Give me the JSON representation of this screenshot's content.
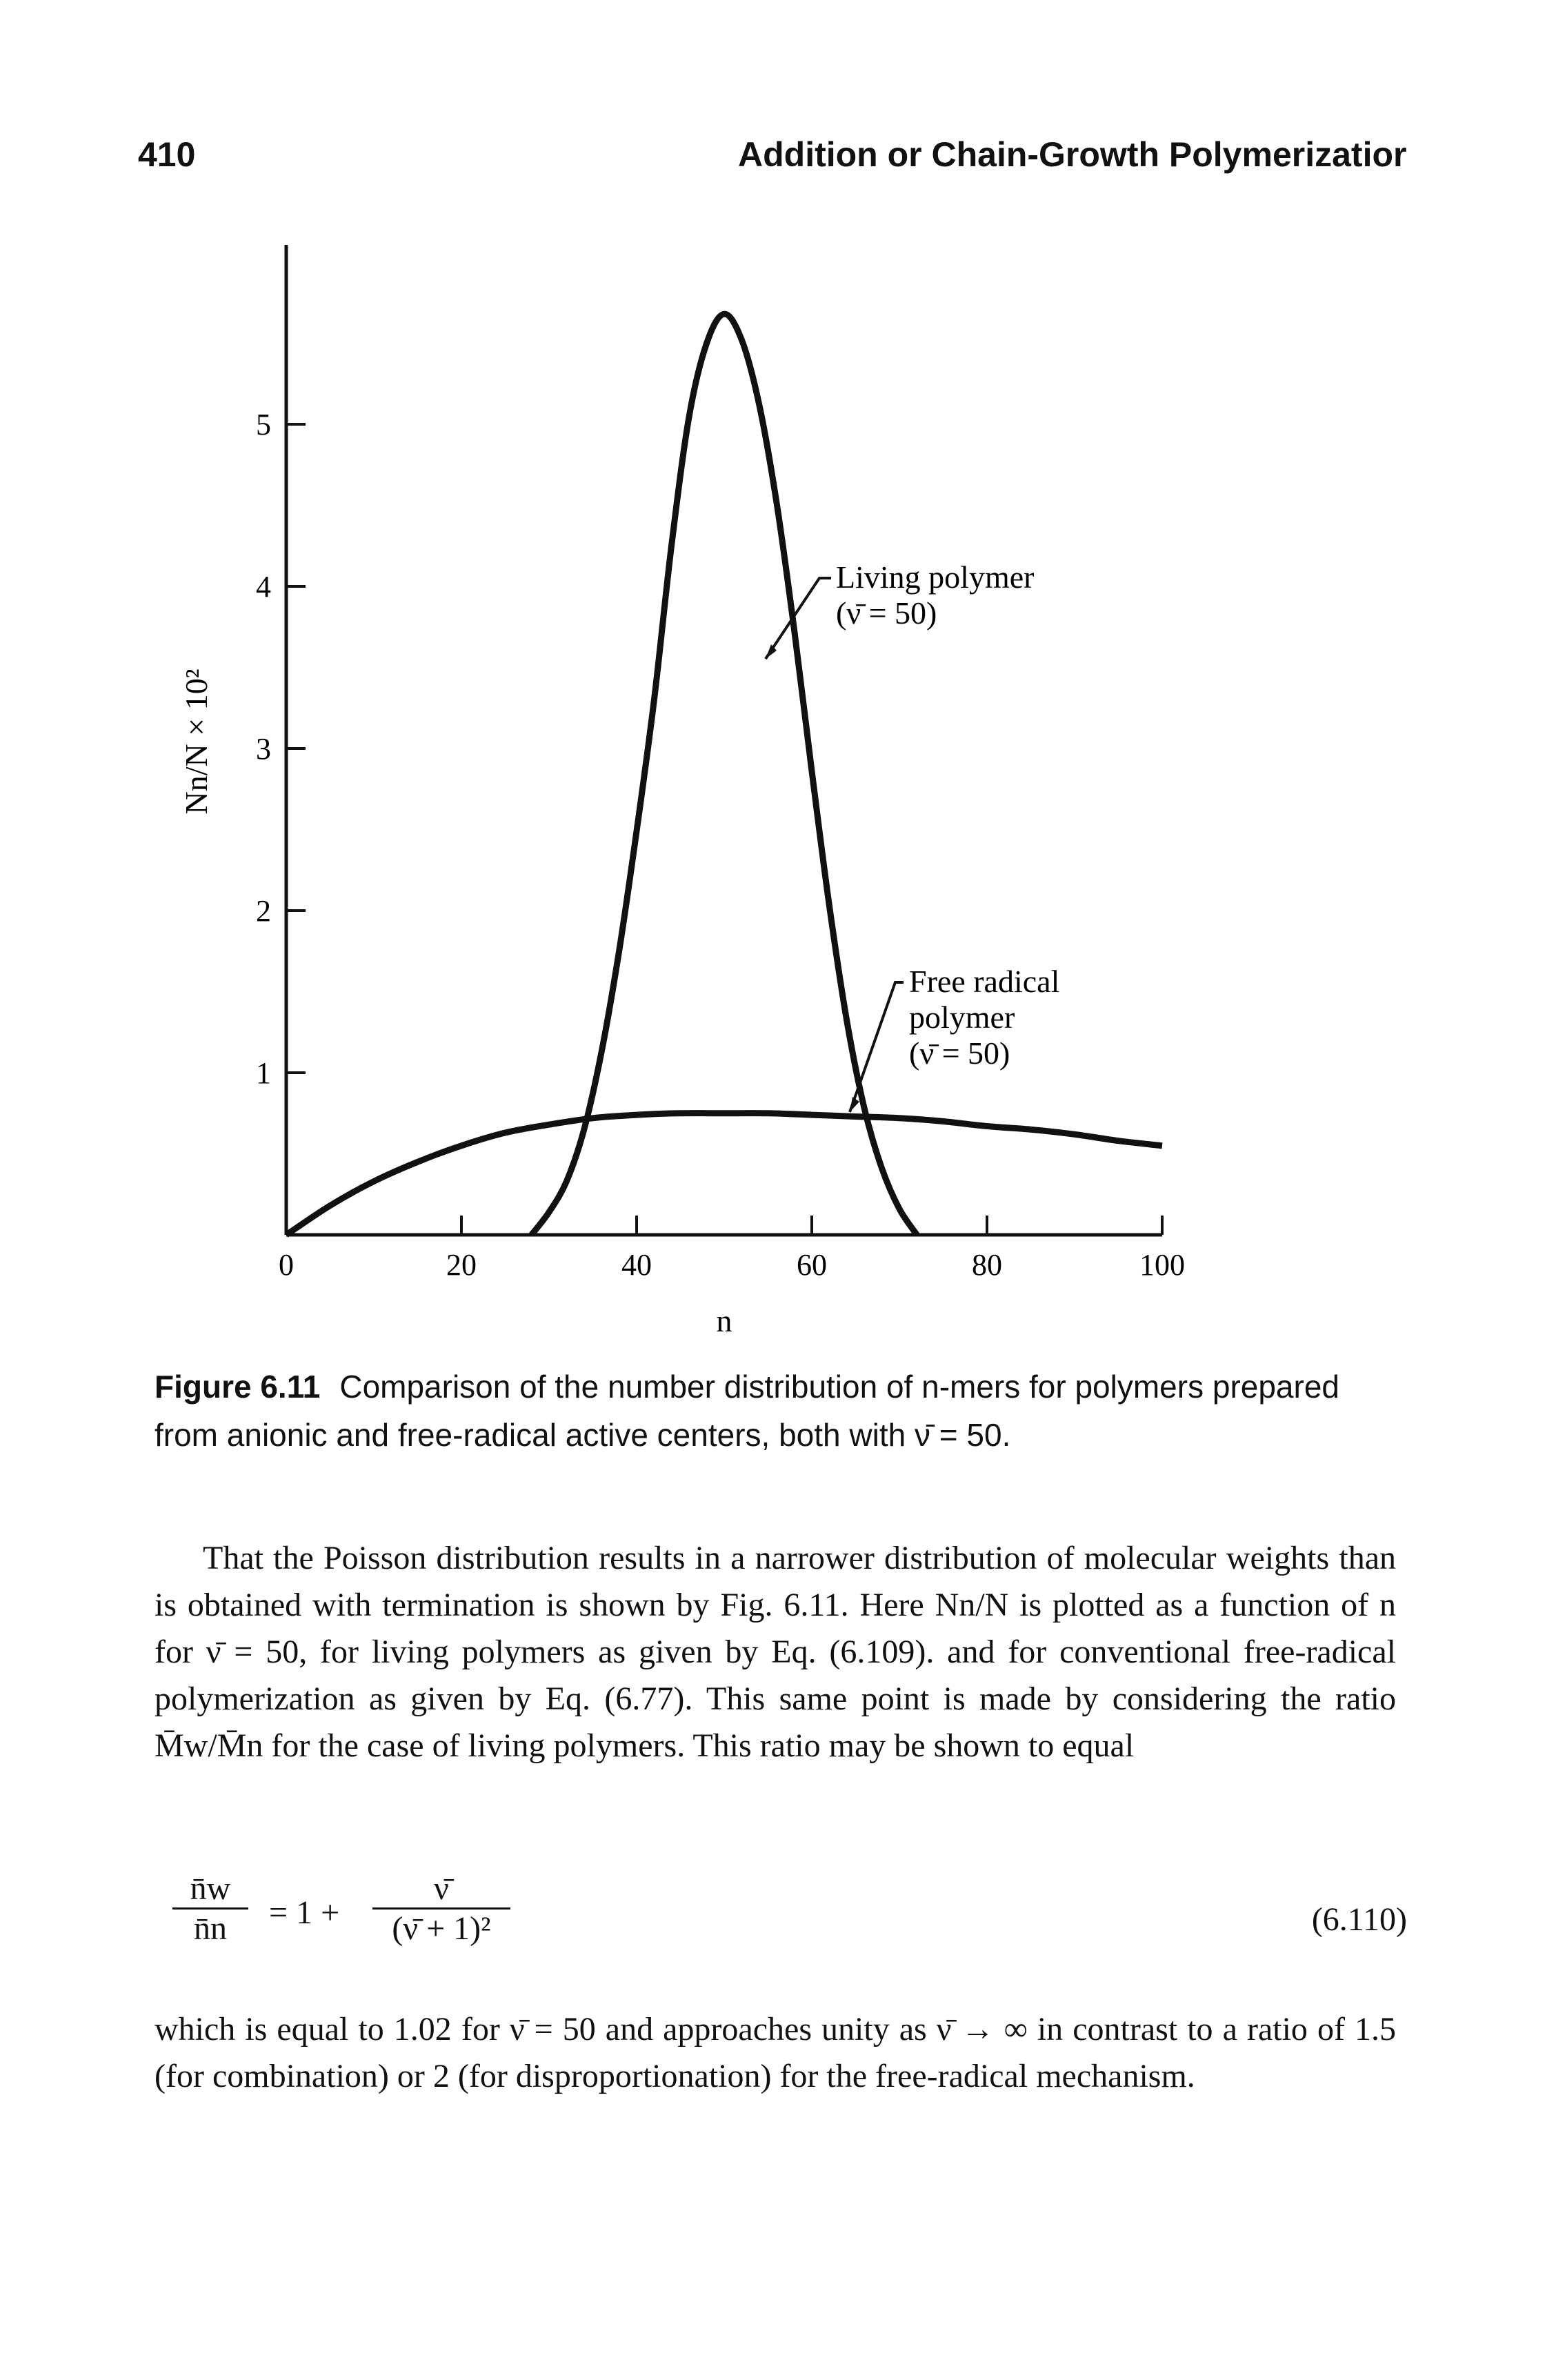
{
  "header": {
    "page_number": "410",
    "running_title": "Addition or Chain-Growth Polymerizatior"
  },
  "figure": {
    "label": "Figure 6.11",
    "caption": "Comparison of the number distribution of n-mers for polymers prepared from anionic and free-radical active centers, both with ν̄ = 50."
  },
  "chart_data": {
    "type": "line",
    "xlabel": "n",
    "ylabel": "Nn/N × 10²",
    "xlim": [
      0,
      100
    ],
    "ylim": [
      0,
      6
    ],
    "x_ticks": [
      "0",
      "20",
      "40",
      "60",
      "80",
      "100"
    ],
    "y_ticks": [
      "1",
      "2",
      "3",
      "4",
      "5"
    ],
    "grid": false,
    "annotations": [
      {
        "lines": [
          "Living polymer",
          "(ν̄ = 50)"
        ]
      },
      {
        "lines": [
          "Free radical",
          "polymer",
          "(ν̄ = 50)"
        ]
      }
    ],
    "series": [
      {
        "name": "Living polymer (ν̄ = 50)",
        "x": [
          28,
          30,
          32,
          34,
          36,
          38,
          40,
          42,
          44,
          46,
          48,
          50,
          52,
          54,
          56,
          58,
          60,
          62,
          64,
          66,
          68,
          70,
          72
        ],
        "y": [
          0.0,
          0.14,
          0.33,
          0.65,
          1.13,
          1.75,
          2.49,
          3.3,
          4.26,
          5.05,
          5.5,
          5.68,
          5.52,
          5.12,
          4.51,
          3.73,
          2.86,
          2.03,
          1.32,
          0.78,
          0.41,
          0.16,
          0.0
        ]
      },
      {
        "name": "Free radical polymer (ν̄ = 50)",
        "x": [
          0,
          5,
          10,
          15,
          20,
          25,
          30,
          35,
          40,
          45,
          50,
          55,
          60,
          65,
          70,
          75,
          80,
          85,
          90,
          95,
          100
        ],
        "y": [
          0.0,
          0.18,
          0.33,
          0.45,
          0.55,
          0.63,
          0.68,
          0.72,
          0.74,
          0.75,
          0.75,
          0.75,
          0.74,
          0.73,
          0.72,
          0.7,
          0.67,
          0.65,
          0.62,
          0.58,
          0.55
        ]
      }
    ]
  },
  "paragraph1": "That the Poisson distribution results in a narrower distribution of molecular weights than is obtained with termination is shown by Fig. 6.11. Here Nn/N is plotted as a function of n for ν̄ = 50, for living polymers as given by Eq. (6.109). and for conventional free-radical polymerization as given by Eq. (6.77). This same point is made by considering the ratio M̄w/M̄n for the case of living polymers. This ratio may be shown to equal",
  "equation": {
    "lhs_num": "n̄w",
    "lhs_den": "n̄n",
    "mid": "= 1 +",
    "rhs_num": "ν̄",
    "rhs_den": "(ν̄ + 1)²",
    "number": "(6.110)"
  },
  "paragraph2": "which is equal to 1.02 for ν̄ = 50 and approaches unity as ν̄ → ∞ in contrast to a ratio of 1.5 (for combination) or 2 (for disproportionation) for the free-radical mechanism."
}
